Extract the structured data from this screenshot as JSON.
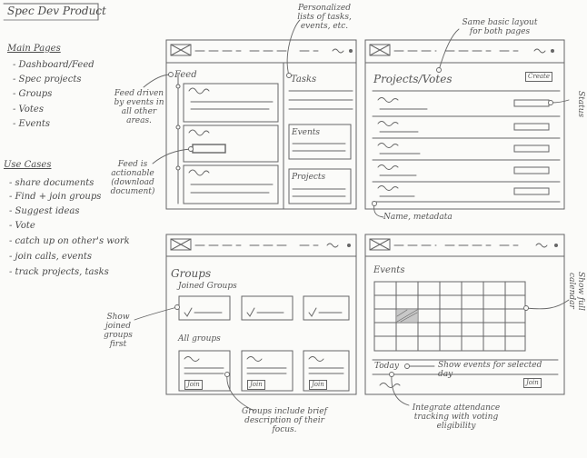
{
  "title": "Spec Dev Product",
  "main_pages": {
    "heading": "Main Pages",
    "items": [
      "- Dashboard/Feed",
      "- Spec projects",
      "- Groups",
      "- Votes",
      "- Events"
    ]
  },
  "use_cases": {
    "heading": "Use Cases",
    "items": [
      "- share documents",
      "- Find + join groups",
      "- Suggest ideas",
      "- Vote",
      "- catch up on other's work",
      "- join calls, events",
      "- track projects, tasks"
    ]
  },
  "annotations": {
    "personalized": "Personalized lists of tasks, events, etc.",
    "same_layout": "Same basic layout for both pages",
    "feed_driven": "Feed driven by events in all other areas.",
    "feed_actionable": "Feed is actionable (download document)",
    "status": "Status",
    "name_metadata": "Name, metadata",
    "show_joined": "Show joined groups first",
    "show_calendar": "Show full calendar",
    "groups_include": "Groups include brief description of their focus.",
    "integrate_attendance": "Integrate attendance tracking with voting eligibility",
    "show_events": "Show events for selected day"
  },
  "dashboard": {
    "feed": "Feed",
    "tasks": "Tasks",
    "events": "Events",
    "projects": "Projects"
  },
  "projects_votes": {
    "title": "Projects/Votes",
    "create": "Create"
  },
  "groups": {
    "title": "Groups",
    "joined": "Joined Groups",
    "all": "All groups",
    "join": "Join"
  },
  "events": {
    "title": "Events",
    "today": "Today",
    "join": "Join"
  }
}
